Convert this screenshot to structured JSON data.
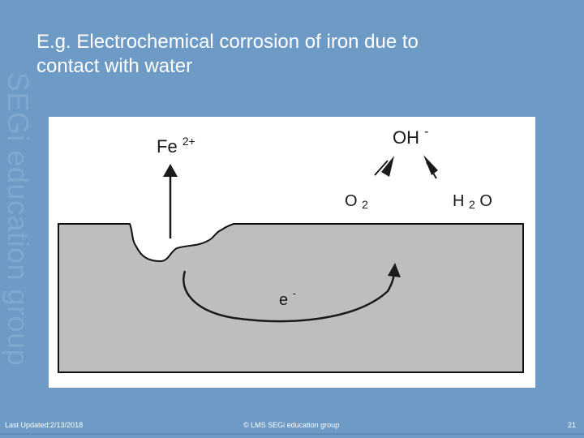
{
  "watermark": "SEGi education group",
  "title": {
    "line1": "E.g. Electrochemical corrosion of iron due to",
    "line2": "contact with water"
  },
  "diagram": {
    "label_fe_base": "Fe",
    "label_fe_charge": "2+",
    "label_oh_base": "OH",
    "label_oh_charge": "-",
    "label_o2_base": "O",
    "label_o2_sub": "2",
    "label_h2o_h": "H",
    "label_h2o_sub": "2",
    "label_h2o_o": "O",
    "label_e_base": "e",
    "label_e_charge": "-"
  },
  "footer": {
    "last_updated": "Last Updated:2/13/2018",
    "copyright": "© LMS SEGi education group",
    "page_number": "21"
  },
  "colors": {
    "background": "#6d9bc5",
    "metal": "#bebebe",
    "ink": "#1a1a1a"
  }
}
